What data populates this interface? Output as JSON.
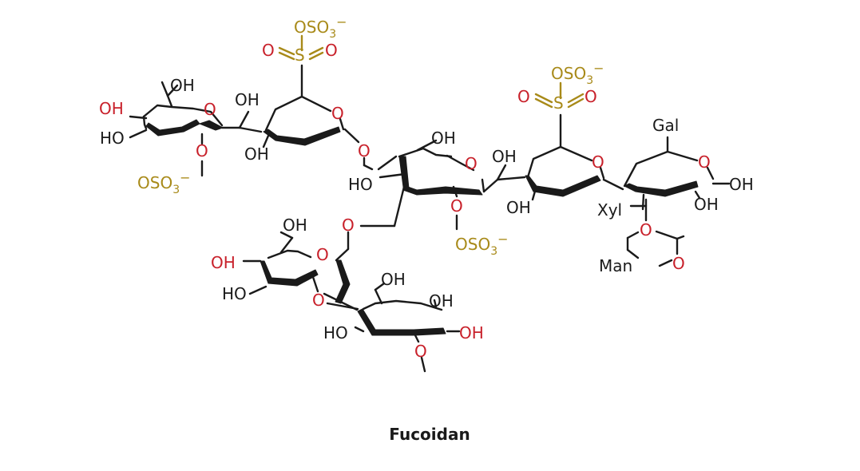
{
  "title": "Fucoidan",
  "colors": {
    "bond": "#1a1a1a",
    "oxygen": "#c8202a",
    "sulfate": "#a88a19",
    "background": "#ffffff"
  },
  "labels": {
    "oh": "OH",
    "ho": "HO",
    "o": "O",
    "s": "S",
    "oso3": "OSO",
    "sub3": "3",
    "minus": "−",
    "gal": "Gal",
    "xyl": "Xyl",
    "man": "Man"
  }
}
